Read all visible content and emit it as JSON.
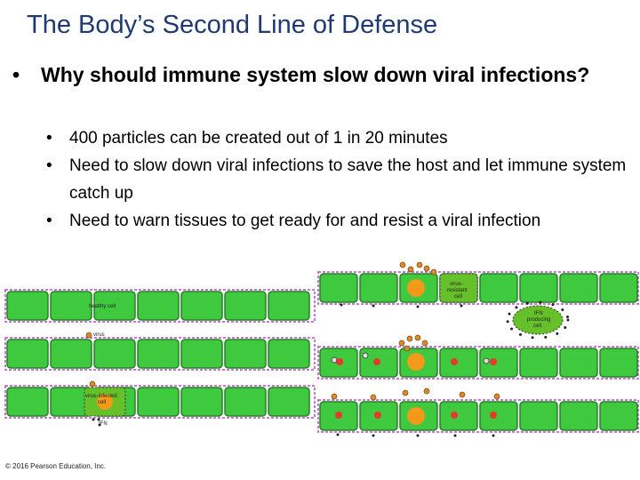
{
  "slide": {
    "title": "The Body’s Second Line of Defense",
    "bullet_main": "Why should immune system slow down viral infections?",
    "sub_bullets": [
      "400 particles can be created out of 1 in 20 minutes",
      "Need to slow down viral infections to save the host and let immune system catch up",
      "Need to warn tissues to get ready for and resist a viral infection"
    ],
    "bullet_glyph": "•"
  },
  "figure": {
    "labels": {
      "healthy_cell": "healthy cell",
      "virus": "virus",
      "virus_infected_cell_1": "virus-infected",
      "virus_infected_cell_2": "cell",
      "ifn": "IFN",
      "virus_resistant_1": "virus-",
      "virus_resistant_2": "resistant",
      "virus_resistant_3": "cell",
      "ifn_producing_1": "IFN",
      "ifn_producing_2": "producing",
      "ifn_producing_3": "cell"
    },
    "colors": {
      "cell_fill": "#3ec93e",
      "cell_border": "#2a7f2a",
      "tissue_border": "#b04fc0",
      "virus": "#d98a2a",
      "infected_core": "#f39a1a",
      "red_dot": "#e53a2a"
    }
  },
  "copyright": "© 2016 Pearson Education, Inc."
}
